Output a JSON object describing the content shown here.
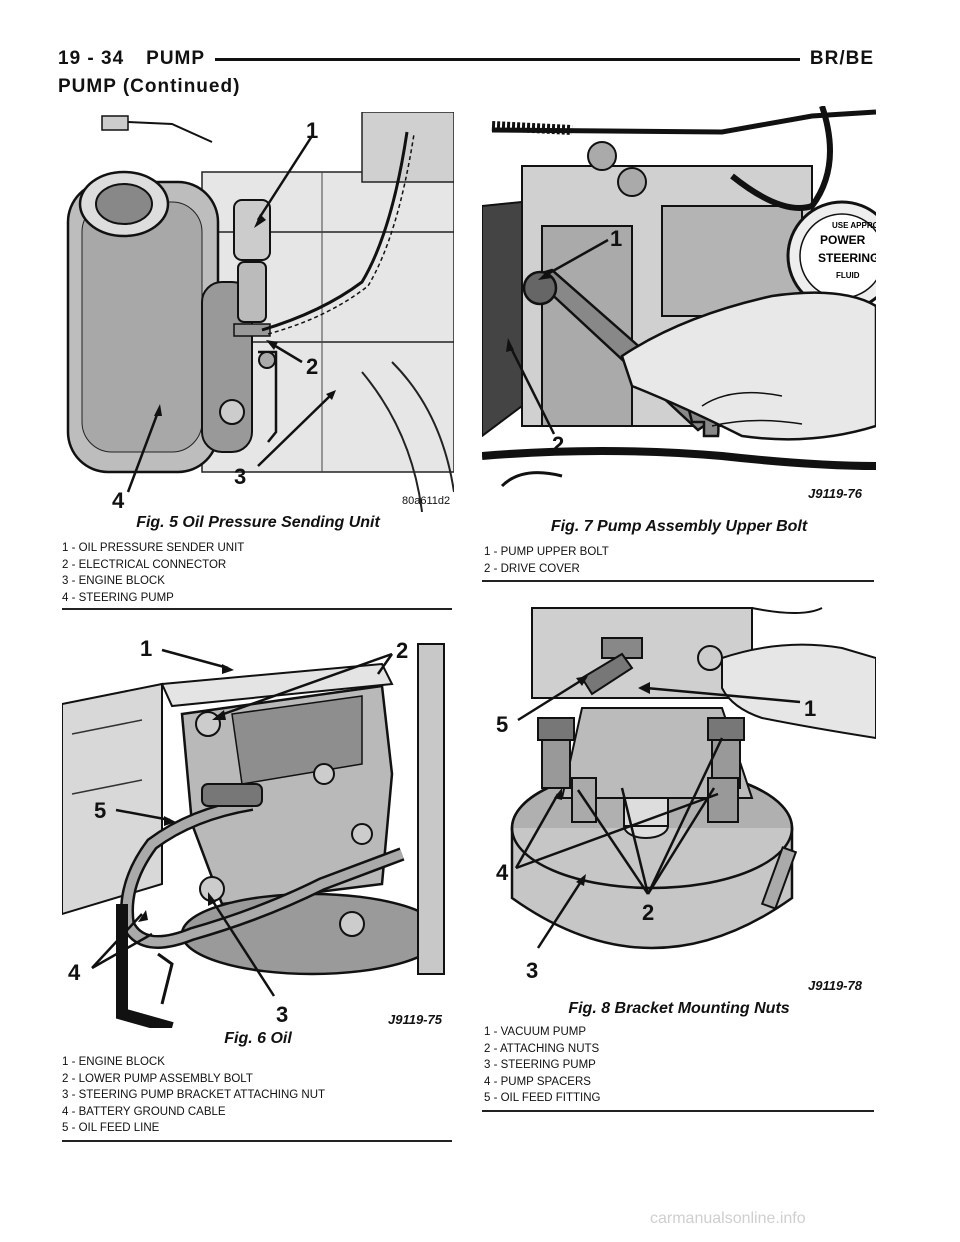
{
  "header": {
    "section": "19 - 34",
    "title": "PUMP",
    "model": "BR/BE",
    "subtitle": "PUMP (Continued)"
  },
  "figures": {
    "fig5": {
      "title": "Fig. 5 Oil Pressure Sending Unit",
      "image_code": "80a611d2",
      "callouts": [
        "1",
        "2",
        "3",
        "4"
      ],
      "legend": [
        "1 - OIL PRESSURE SENDER UNIT",
        "2 - ELECTRICAL CONNECTOR",
        "3 - ENGINE BLOCK",
        "4 - STEERING PUMP"
      ]
    },
    "fig6": {
      "title": "Fig. 6 Oil",
      "image_code": "J9119-75",
      "callouts": [
        "1",
        "2",
        "3",
        "4",
        "5"
      ],
      "legend": [
        "1 - ENGINE BLOCK",
        "2 - LOWER PUMP ASSEMBLY BOLT",
        "3 - STEERING PUMP BRACKET ATTACHING NUT",
        "4 - BATTERY GROUND CABLE",
        "5 - OIL FEED LINE"
      ]
    },
    "fig7": {
      "title": "Fig. 7 Pump Assembly Upper Bolt",
      "image_code": "J9119-76",
      "callouts": [
        "1",
        "2"
      ],
      "cap_text": [
        "USE APPROVED",
        "POWER",
        "STEERING",
        "FLUID"
      ],
      "legend": [
        "1 - PUMP UPPER BOLT",
        "2 - DRIVE COVER"
      ]
    },
    "fig8": {
      "title": "Fig. 8 Bracket Mounting Nuts",
      "image_code": "J9119-78",
      "callouts": [
        "1",
        "2",
        "3",
        "4",
        "5"
      ],
      "legend": [
        "1 - VACUUM PUMP",
        "2 - ATTACHING NUTS",
        "3 - STEERING PUMP",
        "4 - PUMP SPACERS",
        "5 - OIL FEED FITTING"
      ]
    }
  },
  "footer": {
    "watermark": "carmanualsonline.info"
  }
}
